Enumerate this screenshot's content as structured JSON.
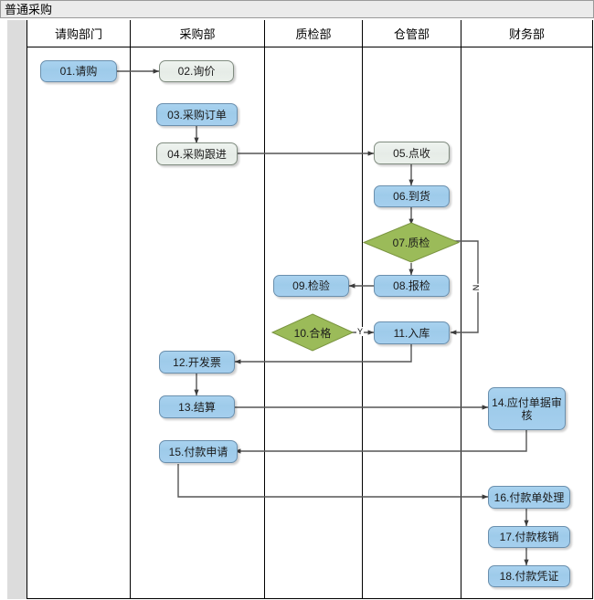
{
  "window": {
    "title": "普通采购"
  },
  "lanes": [
    {
      "id": "lane-gutter",
      "label": ""
    },
    {
      "id": "lane-requisition",
      "label": "请购部门"
    },
    {
      "id": "lane-purchasing",
      "label": "采购部"
    },
    {
      "id": "lane-quality",
      "label": "质检部"
    },
    {
      "id": "lane-warehouse",
      "label": "仓管部"
    },
    {
      "id": "lane-finance",
      "label": "财务部"
    }
  ],
  "nodes": [
    {
      "id": "n01",
      "label": "01.请购",
      "lane": "请购部门",
      "shape": "process",
      "color": "#a3cdec"
    },
    {
      "id": "n02",
      "label": "02.询价",
      "lane": "采购部",
      "shape": "process",
      "color": "#e9efea"
    },
    {
      "id": "n03",
      "label": "03.采购订单",
      "lane": "采购部",
      "shape": "process",
      "color": "#a3cdec"
    },
    {
      "id": "n04",
      "label": "04.采购跟进",
      "lane": "采购部",
      "shape": "process",
      "color": "#e9efea"
    },
    {
      "id": "n05",
      "label": "05.点收",
      "lane": "仓管部",
      "shape": "process",
      "color": "#e9efea"
    },
    {
      "id": "n06",
      "label": "06.到货",
      "lane": "仓管部",
      "shape": "process",
      "color": "#a3cdec"
    },
    {
      "id": "n07",
      "label": "07.质检",
      "lane": "仓管部",
      "shape": "decision",
      "color": "#9bbb59"
    },
    {
      "id": "n08",
      "label": "08.报检",
      "lane": "仓管部",
      "shape": "process",
      "color": "#a3cdec"
    },
    {
      "id": "n09",
      "label": "09.检验",
      "lane": "质检部",
      "shape": "process",
      "color": "#a3cdec"
    },
    {
      "id": "n10",
      "label": "10.合格",
      "lane": "质检部",
      "shape": "decision",
      "color": "#9bbb59"
    },
    {
      "id": "n11",
      "label": "11.入库",
      "lane": "仓管部",
      "shape": "process",
      "color": "#a3cdec"
    },
    {
      "id": "n12",
      "label": "12.开发票",
      "lane": "采购部",
      "shape": "process",
      "color": "#a3cdec"
    },
    {
      "id": "n13",
      "label": "13.结算",
      "lane": "采购部",
      "shape": "process",
      "color": "#a3cdec"
    },
    {
      "id": "n14",
      "label": "14.应付单据审核",
      "lane": "财务部",
      "shape": "process",
      "color": "#a3cdec"
    },
    {
      "id": "n15",
      "label": "15.付款申请",
      "lane": "采购部",
      "shape": "process",
      "color": "#a3cdec"
    },
    {
      "id": "n16",
      "label": "16.付款单处理",
      "lane": "财务部",
      "shape": "process",
      "color": "#a3cdec"
    },
    {
      "id": "n17",
      "label": "17.付款核销",
      "lane": "财务部",
      "shape": "process",
      "color": "#a3cdec"
    },
    {
      "id": "n18",
      "label": "18.付款凭证",
      "lane": "财务部",
      "shape": "process",
      "color": "#a3cdec"
    }
  ],
  "edges": [
    {
      "id": "e01-02",
      "from": "01.请购",
      "to": "02.询价",
      "label": ""
    },
    {
      "id": "e03-04",
      "from": "03.采购订单",
      "to": "04.采购跟进",
      "label": ""
    },
    {
      "id": "e04-05",
      "from": "04.采购跟进",
      "to": "05.点收",
      "label": ""
    },
    {
      "id": "e05-06",
      "from": "05.点收",
      "to": "06.到货",
      "label": ""
    },
    {
      "id": "e06-07",
      "from": "06.到货",
      "to": "07.质检",
      "label": ""
    },
    {
      "id": "e07-08",
      "from": "07.质检",
      "to": "08.报检",
      "label": ""
    },
    {
      "id": "e07-11",
      "from": "07.质检",
      "to": "11.入库",
      "label": "N"
    },
    {
      "id": "e08-09",
      "from": "08.报检",
      "to": "09.检验",
      "label": ""
    },
    {
      "id": "e10-11",
      "from": "10.合格",
      "to": "11.入库",
      "label": "Y"
    },
    {
      "id": "e11-12",
      "from": "11.入库",
      "to": "12.开发票",
      "label": ""
    },
    {
      "id": "e12-13",
      "from": "12.开发票",
      "to": "13.结算",
      "label": ""
    },
    {
      "id": "e13-14",
      "from": "13.结算",
      "to": "14.应付单据审核",
      "label": ""
    },
    {
      "id": "e14-15",
      "from": "14.应付单据审核",
      "to": "15.付款申请",
      "label": ""
    },
    {
      "id": "e15-16",
      "from": "15.付款申请",
      "to": "16.付款单处理",
      "label": ""
    },
    {
      "id": "e16-17",
      "from": "16.付款单处理",
      "to": "17.付款核销",
      "label": ""
    },
    {
      "id": "e17-18",
      "from": "17.付款核销",
      "to": "18.付款凭证",
      "label": ""
    }
  ],
  "edge_labels": {
    "no": "N",
    "yes": "Y"
  },
  "colors": {
    "node_blue": "#a3cdec",
    "node_pale": "#e9efea",
    "decision_green": "#9bbb59",
    "connector": "#555555",
    "lane_border": "#000000",
    "title_bar": "#ebebeb",
    "gutter": "#dcdcdc"
  }
}
